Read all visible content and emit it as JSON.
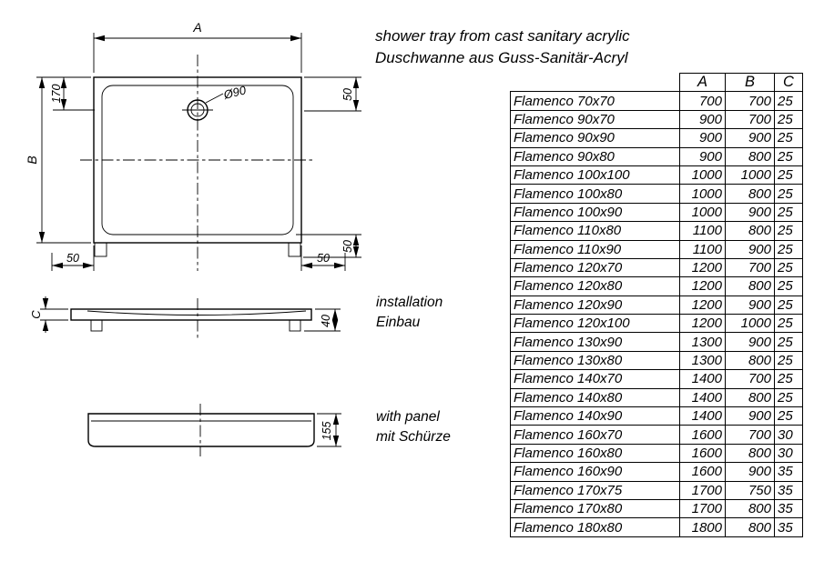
{
  "title": {
    "line1": "shower tray from cast sanitary acrylic",
    "line2": "Duschwanne aus Guss-Sanitär-Acryl"
  },
  "drawing": {
    "top": {
      "dim_a": "A",
      "dim_b": "B",
      "dim_offset": "170",
      "drain": "Ø90",
      "dim_top_right": "50",
      "dim_bottom_left": "50",
      "dim_bottom_right": "50",
      "dim_right_lower": "50"
    },
    "install": {
      "label_en": "installation",
      "label_de": "Einbau",
      "dim_c": "C",
      "dim_height": "40"
    },
    "panel": {
      "label_en": "with panel",
      "label_de": "mit Schürze",
      "dim_height": "155"
    }
  },
  "table": {
    "headers": {
      "a": "A",
      "b": "B",
      "c": "C"
    },
    "rows": [
      {
        "name": "Flamenco 70x70",
        "a": "700",
        "b": "700",
        "c": "25"
      },
      {
        "name": "Flamenco 90x70",
        "a": "900",
        "b": "700",
        "c": "25"
      },
      {
        "name": "Flamenco 90x90",
        "a": "900",
        "b": "900",
        "c": "25"
      },
      {
        "name": "Flamenco 90x80",
        "a": "900",
        "b": "800",
        "c": "25"
      },
      {
        "name": "Flamenco 100x100",
        "a": "1000",
        "b": "1000",
        "c": "25"
      },
      {
        "name": "Flamenco 100x80",
        "a": "1000",
        "b": "800",
        "c": "25"
      },
      {
        "name": "Flamenco 100x90",
        "a": "1000",
        "b": "900",
        "c": "25"
      },
      {
        "name": "Flamenco 110x80",
        "a": "1100",
        "b": "800",
        "c": "25"
      },
      {
        "name": "Flamenco 110x90",
        "a": "1100",
        "b": "900",
        "c": "25"
      },
      {
        "name": "Flamenco 120x70",
        "a": "1200",
        "b": "700",
        "c": "25"
      },
      {
        "name": "Flamenco 120x80",
        "a": "1200",
        "b": "800",
        "c": "25"
      },
      {
        "name": "Flamenco 120x90",
        "a": "1200",
        "b": "900",
        "c": "25"
      },
      {
        "name": "Flamenco 120x100",
        "a": "1200",
        "b": "1000",
        "c": "25"
      },
      {
        "name": "Flamenco 130x90",
        "a": "1300",
        "b": "900",
        "c": "25"
      },
      {
        "name": "Flamenco 130x80",
        "a": "1300",
        "b": "800",
        "c": "25"
      },
      {
        "name": "Flamenco 140x70",
        "a": "1400",
        "b": "700",
        "c": "25"
      },
      {
        "name": "Flamenco 140x80",
        "a": "1400",
        "b": "800",
        "c": "25"
      },
      {
        "name": "Flamenco 140x90",
        "a": "1400",
        "b": "900",
        "c": "25"
      },
      {
        "name": "Flamenco 160x70",
        "a": "1600",
        "b": "700",
        "c": "30"
      },
      {
        "name": "Flamenco 160x80",
        "a": "1600",
        "b": "800",
        "c": "30"
      },
      {
        "name": "Flamenco 160x90",
        "a": "1600",
        "b": "900",
        "c": "35"
      },
      {
        "name": "Flamenco 170x75",
        "a": "1700",
        "b": "750",
        "c": "35"
      },
      {
        "name": "Flamenco 170x80",
        "a": "1700",
        "b": "800",
        "c": "35"
      },
      {
        "name": "Flamenco 180x80",
        "a": "1800",
        "b": "800",
        "c": "35"
      }
    ]
  }
}
